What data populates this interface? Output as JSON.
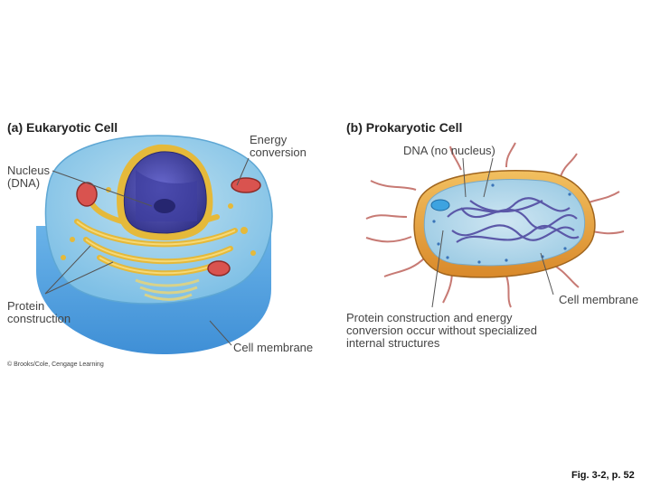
{
  "panel_a": {
    "title": "(a) Eukaryotic Cell",
    "labels": {
      "nucleus": "Nucleus (DNA)",
      "energy": "Energy conversion",
      "protein": "Protein construction",
      "membrane": "Cell membrane"
    },
    "credit": "© Brooks/Cole, Cengage Learning"
  },
  "panel_b": {
    "title": "(b) Prokaryotic Cell",
    "labels": {
      "dna": "DNA (no nucleus)",
      "membrane": "Cell membrane",
      "protein_energy": "Protein construction and energy conversion occur without specialized internal structures"
    }
  },
  "caption": "Fig. 3-2, p. 52",
  "colors": {
    "cytoplasm_blue": "#5aa6e0",
    "nucleus_purple": "#4a4aa8",
    "er_yellow": "#f2cf55",
    "mito_red": "#d9534f",
    "prokaryote_orange": "#e8a03c"
  }
}
